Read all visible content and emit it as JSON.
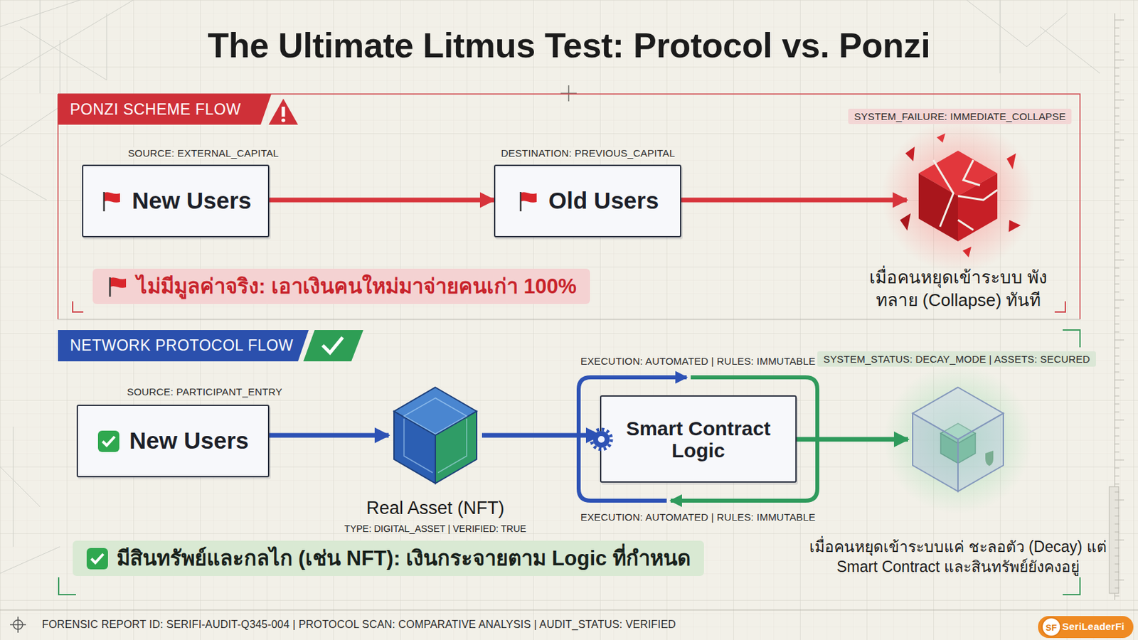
{
  "diagram": {
    "title": "The Ultimate Litmus Test: Protocol vs. Ponzi",
    "nodes": [
      {
        "text": [
          "PONZI SCHEME FLOW"
        ]
      },
      {
        "text": [
          "New Users"
        ]
      },
      {
        "text": [
          "Old Users"
        ]
      },
      {
        "text": [
          "เมื่อคนหยุดเข้าระบบ พังทลาย (Collapse) ทันที"
        ]
      },
      {
        "text": [
          "ไม่มีมูลค่าจริง: เอาเงินคนใหม่มาจ่ายคนเก่า 100%"
        ]
      },
      {
        "text": [
          "NETWORK PROTOCOL FLOW"
        ]
      },
      {
        "text": [
          "New Users"
        ]
      },
      {
        "text": [
          "Real Asset (NFT)",
          "TYPE: DIGITAL_ASSET | VERIFIED: TRUE"
        ]
      },
      {
        "text": [
          "Smart Contract Logic"
        ]
      },
      {
        "text": [
          "เมื่อคนหยุดเข้าระบบแค่ ชะลอตัว (Decay) แต่ Smart Contract และสินทรัพย์ยังคงอยู่"
        ]
      },
      {
        "text": [
          "มีสินทรัพย์และกลไก (เช่น NFT): เงินกระจายตาม Logic ที่กำหนด"
        ]
      }
    ],
    "edges": [
      {
        "from": 1,
        "to": 2,
        "arrow": "to"
      },
      {
        "from": 2,
        "to": 3,
        "arrow": "to"
      },
      {
        "from": 6,
        "to": 7,
        "arrow": "to"
      },
      {
        "from": 7,
        "to": 8,
        "arrow": "to"
      },
      {
        "from": 8,
        "to": 9,
        "arrow": "to"
      }
    ],
    "labels": [
      "SOURCE: EXTERNAL_CAPITAL",
      "DESTINATION: PREVIOUS_CAPITAL",
      "SYSTEM_FAILURE: IMMEDIATE_COLLAPSE",
      "SOURCE: PARTICIPANT_ENTRY",
      "EXECUTION: AUTOMATED | RULES: IMMUTABLE",
      "EXECUTION: AUTOMATED | RULES: IMMUTABLE",
      "SYSTEM_STATUS: DECAY_MODE | ASSETS: SECURED",
      "FORENSIC REPORT ID: SERIFI-AUDIT-Q345-004 | PROTOCOL SCAN: COMPARATIVE ANALYSIS | AUDIT_STATUS: VERIFIED",
      "SF",
      "SeriLeaderFi"
    ]
  }
}
